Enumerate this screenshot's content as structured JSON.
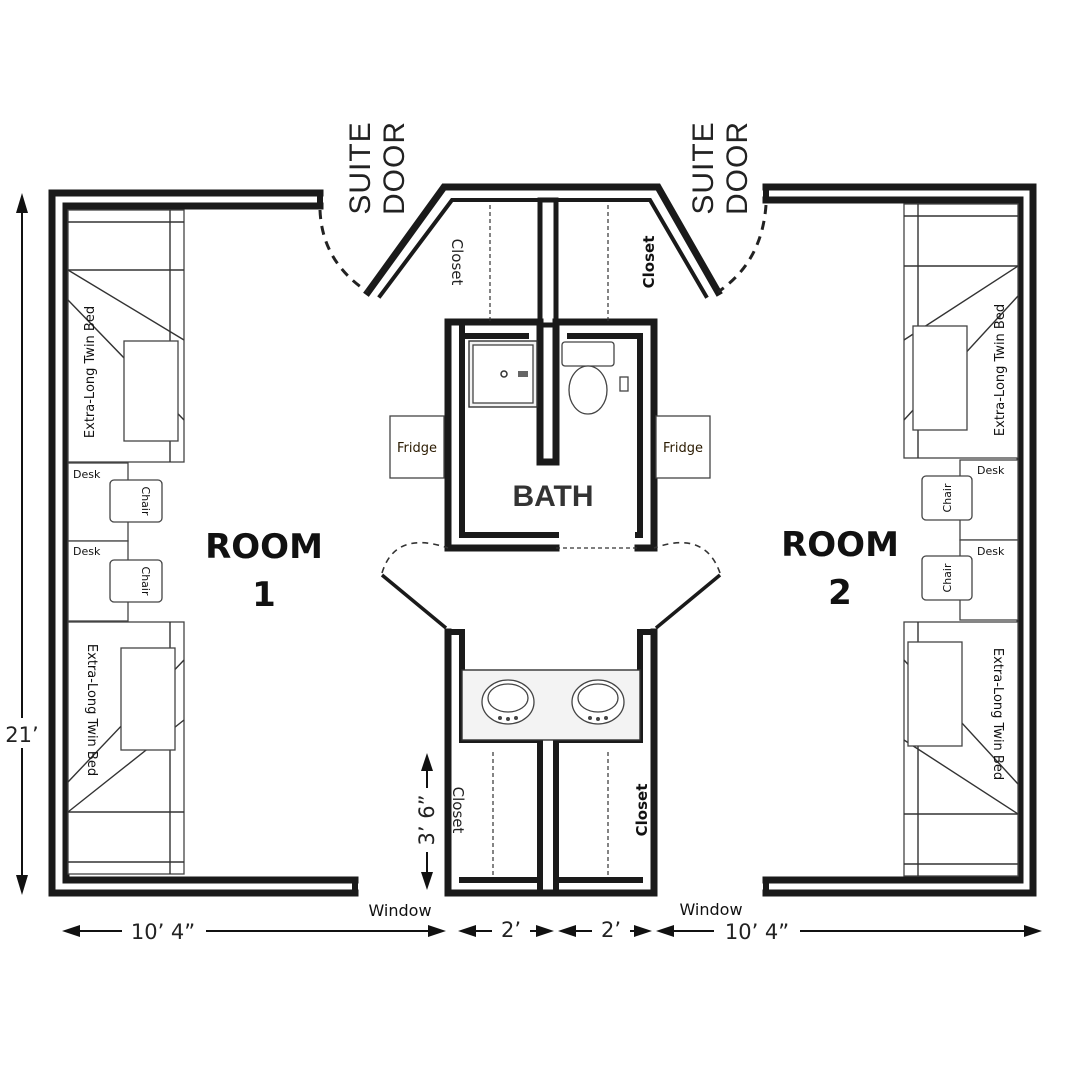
{
  "rooms": {
    "room1": {
      "line1": "ROOM",
      "line2": "1"
    },
    "room2": {
      "line1": "ROOM",
      "line2": "2"
    }
  },
  "doors": {
    "suite_left": [
      "SUITE",
      "DOOR"
    ],
    "suite_right": [
      "SUITE",
      "DOOR"
    ]
  },
  "bath": {
    "label": "BATH"
  },
  "closets": {
    "top_left": "Closet",
    "top_right": "Closet",
    "bottom_left": "Closet",
    "bottom_right": "Closet"
  },
  "furniture": {
    "bed": "Extra-Long Twin Bed",
    "desk": "Desk",
    "chair": "Chair",
    "fridge": "Fridge"
  },
  "labels": {
    "window_left": "Window",
    "window_right": "Window"
  },
  "dimensions": {
    "height": "21’",
    "room_width_left": "10’ 4”",
    "closet_left": "2’",
    "closet_right": "2’",
    "room_width_right": "10’ 4”",
    "closet_depth": "3’ 6”"
  }
}
